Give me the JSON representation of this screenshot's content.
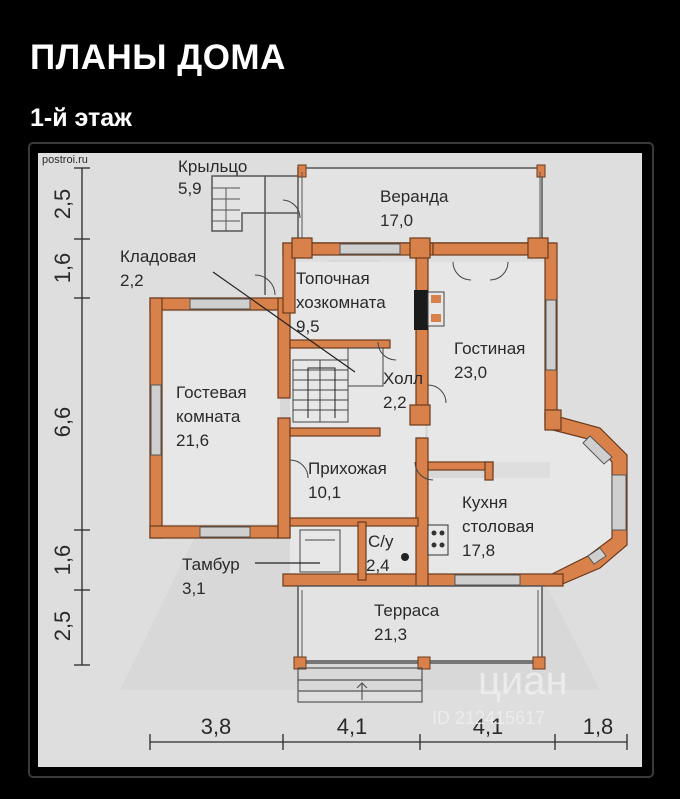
{
  "header": {
    "title": "ПЛАНЫ ДОМА",
    "subtitle": "1-й этаж"
  },
  "plan": {
    "source_tag": "postroi.ru",
    "rooms": [
      {
        "name": "Крыльцо",
        "area": "5,9"
      },
      {
        "name": "Веранда",
        "area": "17,0"
      },
      {
        "name": "Кладовая",
        "area": "2,2"
      },
      {
        "name_line1": "Топочная",
        "name_line2": "хозкомната",
        "area": "9,5"
      },
      {
        "name": "Гостиная",
        "area": "23,0"
      },
      {
        "name_line1": "Гостевая",
        "name_line2": "комната",
        "area": "21,6"
      },
      {
        "name": "Холл",
        "area": "2,2"
      },
      {
        "name": "Прихожая",
        "area": "10,1"
      },
      {
        "name_line1": "Кухня",
        "name_line2": "столовая",
        "area": "17,8"
      },
      {
        "name": "С/у",
        "area": "2,4"
      },
      {
        "name": "Тамбур",
        "area": "3,1"
      },
      {
        "name": "Терраса",
        "area": "21,3"
      }
    ],
    "dims_vertical": [
      "2,5",
      "1,6",
      "6,6",
      "1,6",
      "2,5"
    ],
    "dims_horizontal": [
      "3,8",
      "4,1",
      "4,1",
      "1,8"
    ],
    "colors": {
      "wall": "#d9814a",
      "wall_edge": "#6b3a1c",
      "floor": "#e6e6e6",
      "paper": "#dedede"
    }
  },
  "watermark": {
    "brand": "циан",
    "id": "ID 212415617"
  }
}
